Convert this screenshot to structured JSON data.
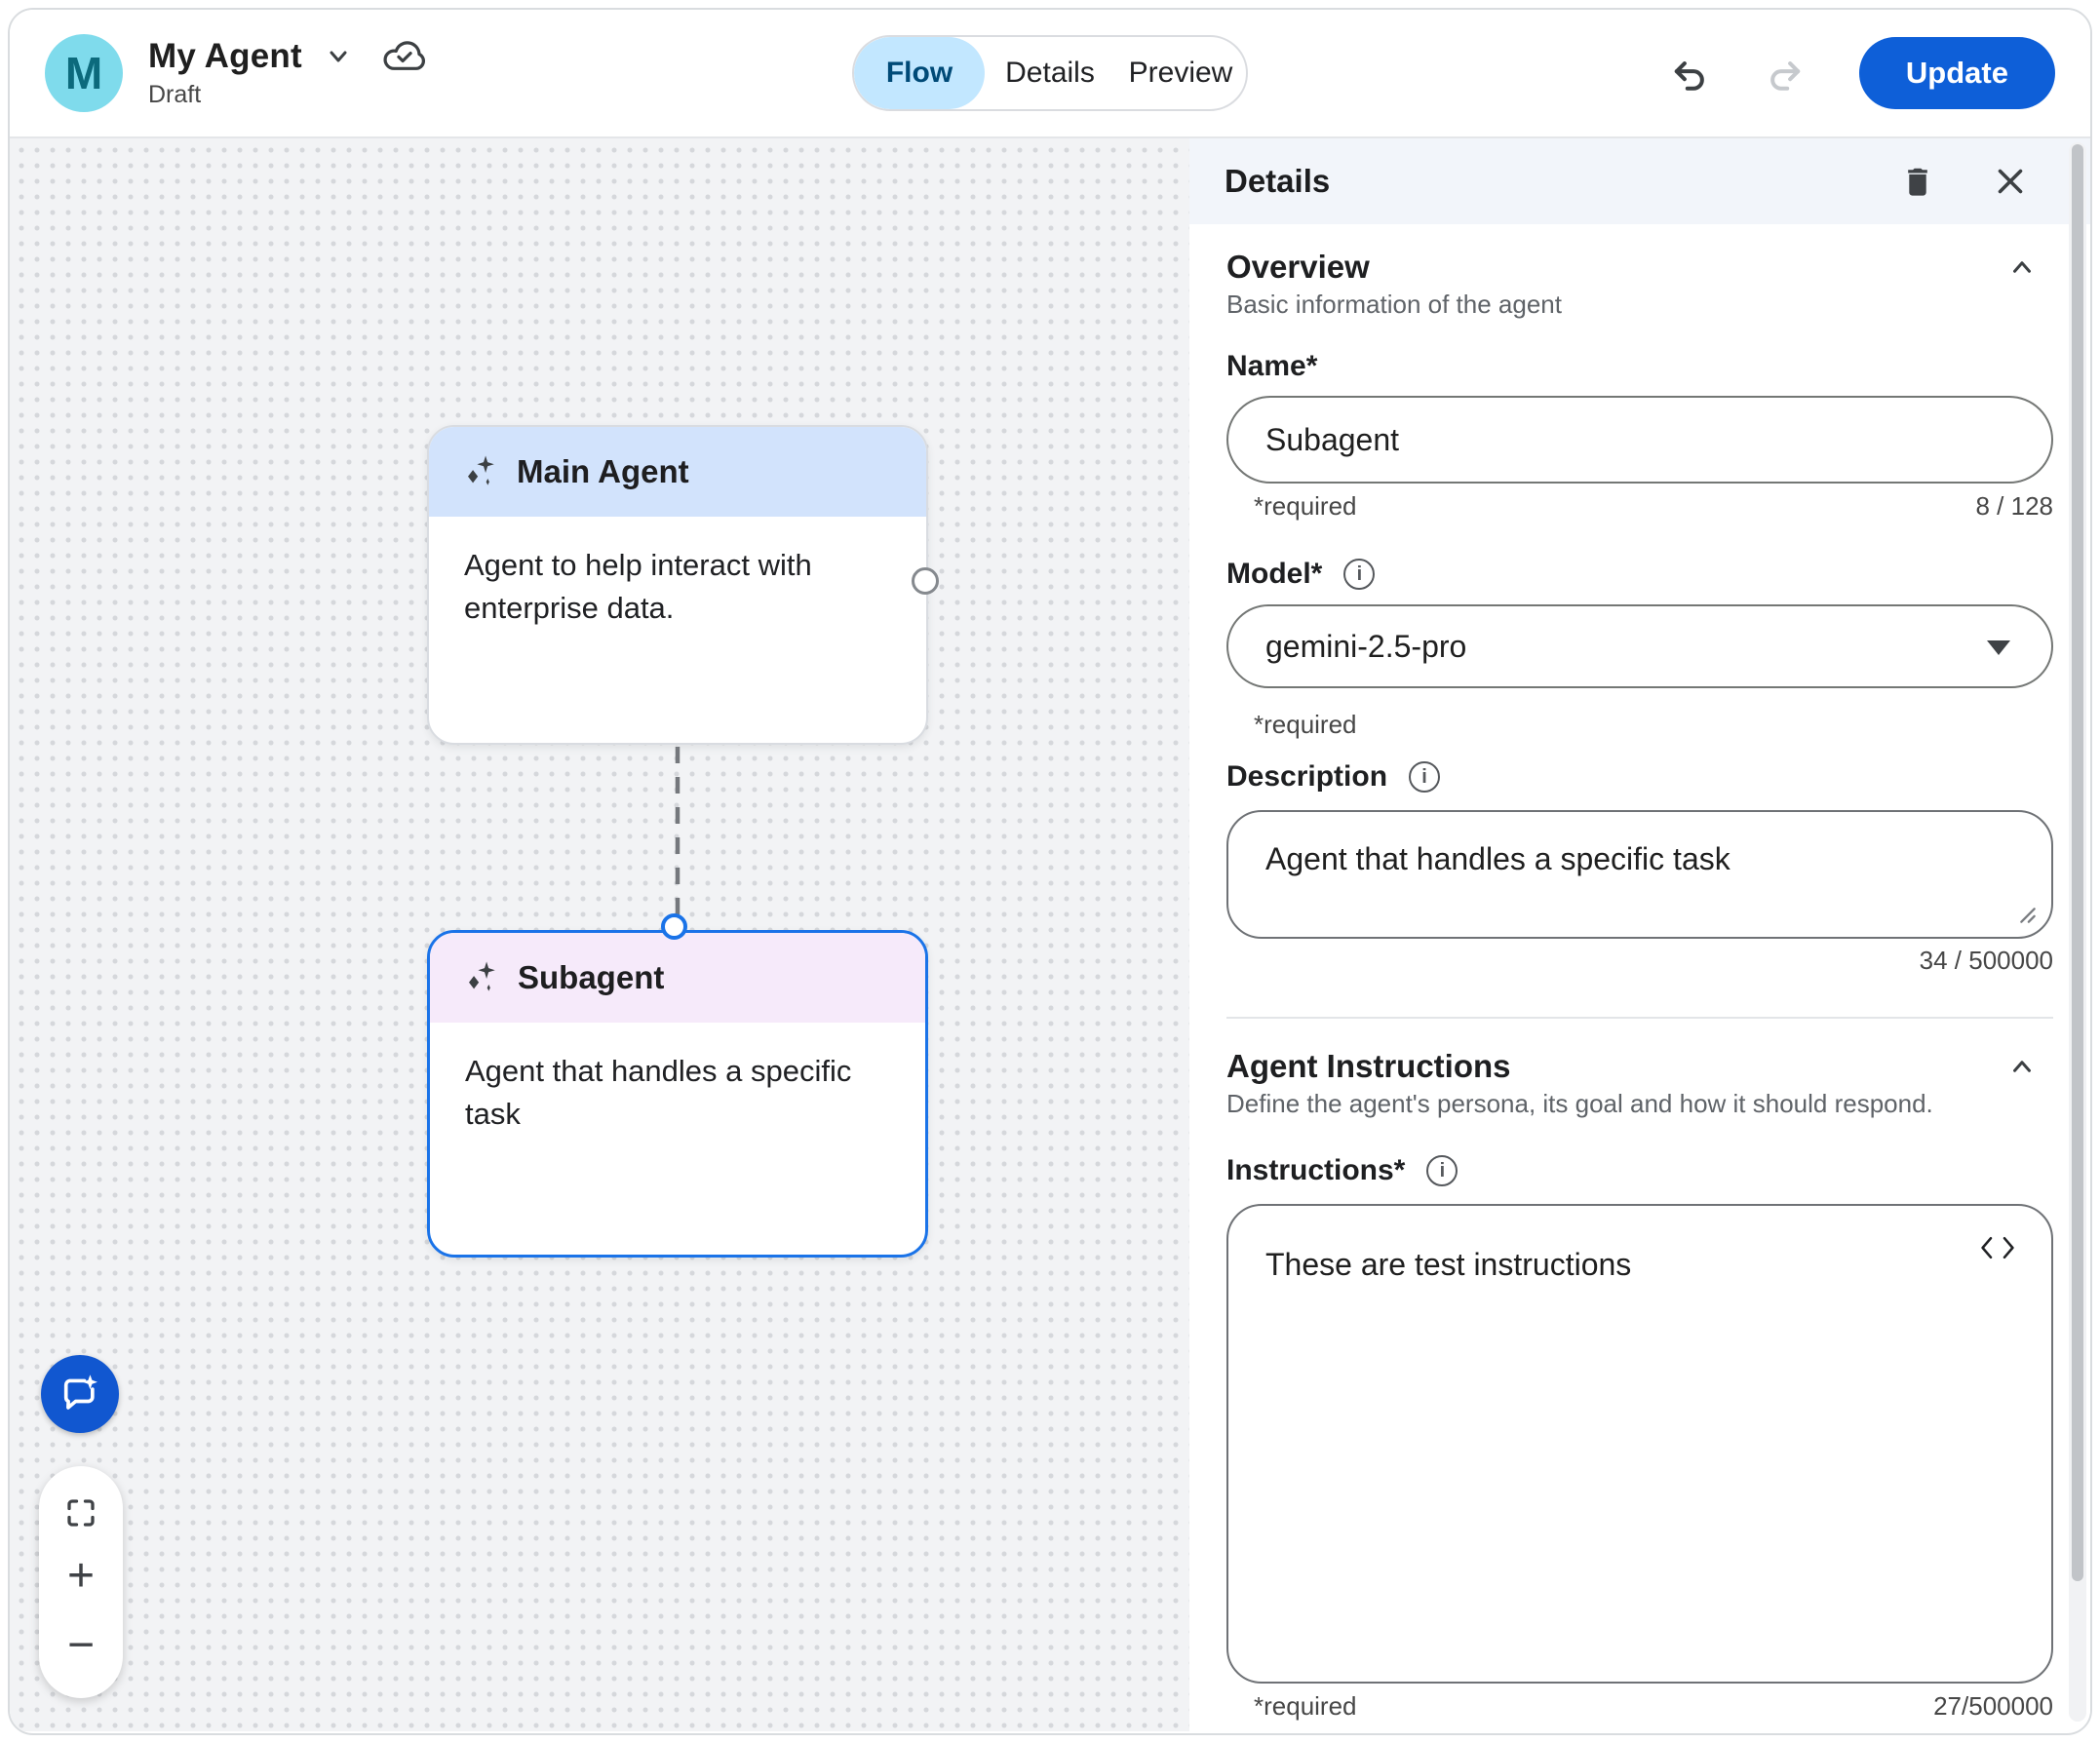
{
  "header": {
    "avatar_letter": "M",
    "title": "My Agent",
    "status": "Draft",
    "tabs": [
      {
        "label": "Flow",
        "active": true
      },
      {
        "label": "Details",
        "active": false
      },
      {
        "label": "Preview",
        "active": false
      }
    ],
    "update_label": "Update"
  },
  "canvas": {
    "nodes": [
      {
        "title": "Main Agent",
        "description": "Agent to help interact with enterprise data.",
        "header_color": "#d2e3fc",
        "selected": false
      },
      {
        "title": "Subagent",
        "description": "Agent that handles a specific task",
        "header_color": "#f6eafa",
        "selected": true
      }
    ],
    "zoom_controls": {
      "zoom_in_label": "+",
      "zoom_out_label": "−"
    }
  },
  "panel": {
    "title": "Details",
    "overview": {
      "heading": "Overview",
      "subheading": "Basic information of the agent",
      "name": {
        "label": "Name*",
        "value": "Subagent",
        "helper": "*required",
        "counter": "8 / 128"
      },
      "model": {
        "label": "Model*",
        "value": "gemini-2.5-pro",
        "helper": "*required"
      },
      "description": {
        "label": "Description",
        "value": "Agent that handles a specific task",
        "counter": "34 / 500000"
      }
    },
    "instructions_section": {
      "heading": "Agent Instructions",
      "subheading": "Define the agent's persona, its goal and how it should respond.",
      "instructions": {
        "label": "Instructions*",
        "value": "These are test instructions",
        "helper": "*required",
        "counter": "27/500000"
      }
    }
  },
  "colors": {
    "accent_blue": "#0e5fd8",
    "selected_node_border": "#1a73e8",
    "tab_active_bg": "#c2e7ff",
    "tab_active_text": "#004a77",
    "main_agent_header": "#d2e3fc",
    "subagent_header": "#f6eafa",
    "avatar_bg": "#7fdbec",
    "canvas_bg": "#f2f3f5"
  },
  "icons": {
    "cloud": "cloud-done",
    "undo": "undo-arrow",
    "redo": "redo-arrow",
    "trash": "delete",
    "close": "x",
    "spark": "ai-sparkle",
    "chat_fab": "chat-sparkle",
    "fit": "fit-screen",
    "code": "angle-brackets",
    "info": "i"
  }
}
